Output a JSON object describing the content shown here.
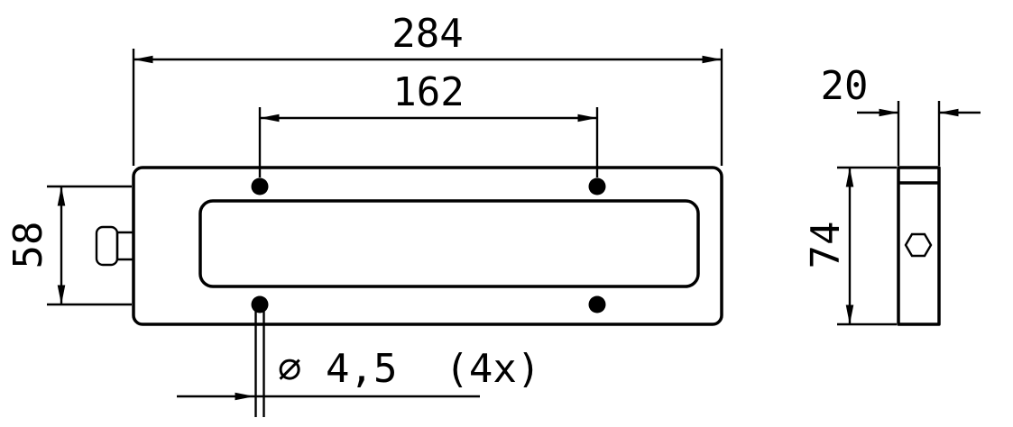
{
  "drawing": {
    "type": "technical-dimension-drawing",
    "background": "#ffffff",
    "line_color": "#000000",
    "views": {
      "front_view": "front view of rectangular housing with lens window, 4 mounting holes and side connector",
      "side_view": "side profile with hex nut"
    },
    "dimensions": {
      "overall_width": "284",
      "hole_spacing_horizontal": "162",
      "hole_spacing_vertical": "58",
      "hole_diameter": "⌀ 4,5  (4x)",
      "depth": "20",
      "overall_height": "74"
    }
  }
}
